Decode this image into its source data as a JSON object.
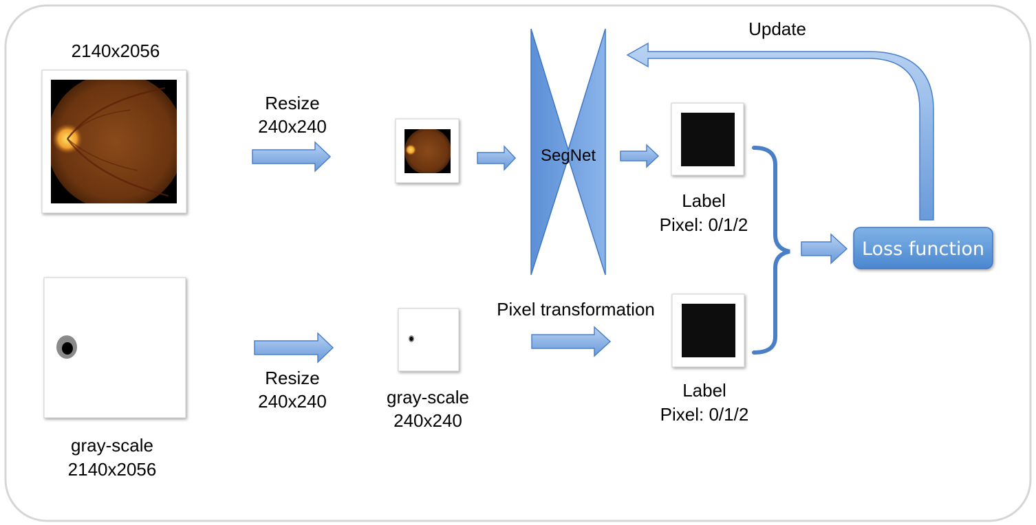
{
  "original_image": {
    "size_label": "2140x2056"
  },
  "resize_top": {
    "line1": "Resize",
    "line2": "240x240"
  },
  "network": {
    "label": "SegNet"
  },
  "update": {
    "label": "Update"
  },
  "label_top": {
    "line1": "Label",
    "line2": "Pixel: 0/1/2"
  },
  "loss": {
    "label": "Loss function"
  },
  "gray_original": {
    "line1": "gray-scale",
    "line2": "2140x2056"
  },
  "resize_bottom": {
    "line1": "Resize",
    "line2": "240x240"
  },
  "gray_small": {
    "line1": "gray-scale",
    "line2": "240x240"
  },
  "pixel_transform": {
    "label": "Pixel transformation"
  },
  "label_bottom": {
    "line1": "Label",
    "line2": "Pixel: 0/1/2"
  },
  "colors": {
    "arrow_fill": "#8fb5e6",
    "arrow_stroke": "#4a7fc8",
    "segnet_fill": "#6f9fdc",
    "loss_fill": "#5b9bd5",
    "fundus": "#7a3e14",
    "label_mask": "#0d0d0d"
  },
  "icons": [
    "fundus-image",
    "gray-mask-image",
    "segnet-shape",
    "arrow",
    "curly-brace"
  ]
}
